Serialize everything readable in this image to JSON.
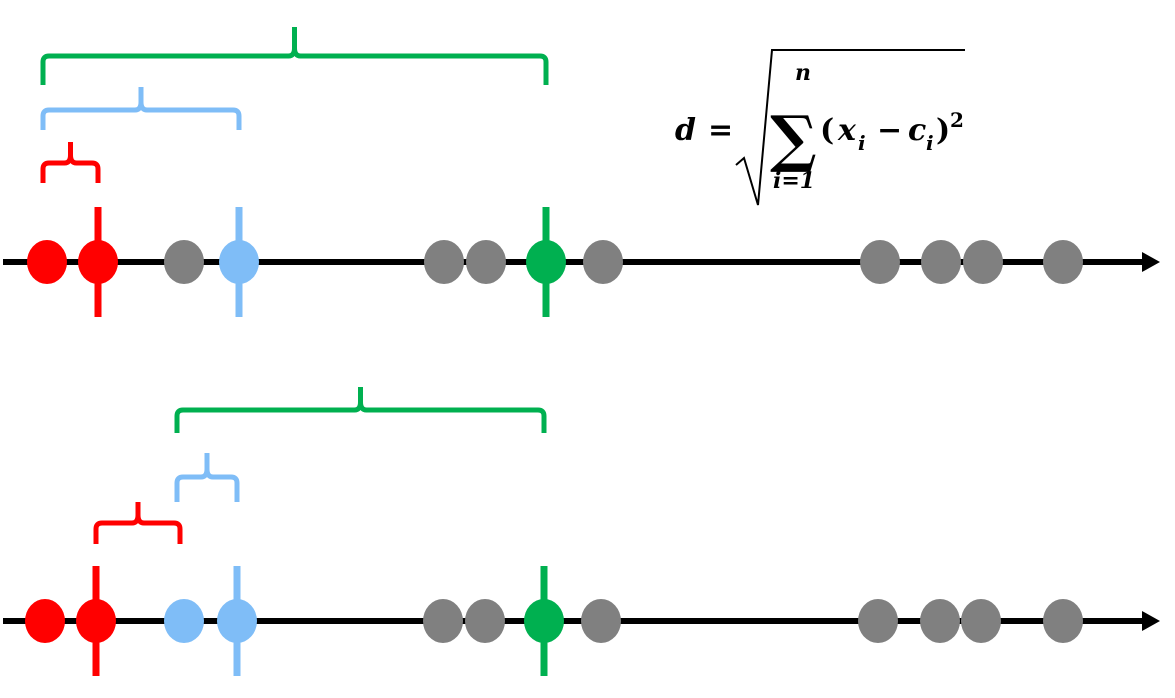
{
  "title": "Nearest-neighbour distance illustration on a 1-D axis",
  "colors": {
    "axis": "#000000",
    "red": "#ff0000",
    "blue": "#7fbdf7",
    "green": "#00b050",
    "gray": "#808080"
  },
  "formula": {
    "lhs": "d",
    "equals": "=",
    "sum_upper": "n",
    "sum_lower": "i=1",
    "sum_symbol": "∑",
    "open_paren": "(",
    "x_var": "x",
    "x_sub": "i",
    "minus": "−",
    "c_var": "c",
    "c_sub": "i",
    "close_paren": ")",
    "exponent": "2",
    "radical": "√"
  },
  "rows": [
    {
      "name": "top",
      "points": [
        {
          "pos": 47,
          "color": "red"
        },
        {
          "pos": 98,
          "color": "red",
          "marker": true
        },
        {
          "pos": 184,
          "color": "gray"
        },
        {
          "pos": 239,
          "color": "blue",
          "marker": true
        },
        {
          "pos": 444,
          "color": "gray"
        },
        {
          "pos": 486,
          "color": "gray"
        },
        {
          "pos": 546,
          "color": "green",
          "marker": true
        },
        {
          "pos": 603,
          "color": "gray"
        },
        {
          "pos": 880,
          "color": "gray"
        },
        {
          "pos": 941,
          "color": "gray"
        },
        {
          "pos": 983,
          "color": "gray"
        },
        {
          "pos": 1063,
          "color": "gray"
        }
      ],
      "brackets": [
        {
          "color": "green",
          "from": 43,
          "to": 546,
          "level": 3
        },
        {
          "color": "blue",
          "from": 43,
          "to": 239,
          "level": 2
        },
        {
          "color": "red",
          "from": 43,
          "to": 98,
          "level": 1
        }
      ]
    },
    {
      "name": "bottom",
      "points": [
        {
          "pos": 45,
          "color": "red"
        },
        {
          "pos": 96,
          "color": "red",
          "marker": true
        },
        {
          "pos": 184,
          "color": "blue"
        },
        {
          "pos": 237,
          "color": "blue",
          "marker": true
        },
        {
          "pos": 443,
          "color": "gray"
        },
        {
          "pos": 485,
          "color": "gray"
        },
        {
          "pos": 544,
          "color": "green",
          "marker": true
        },
        {
          "pos": 601,
          "color": "gray"
        },
        {
          "pos": 878,
          "color": "gray"
        },
        {
          "pos": 940,
          "color": "gray"
        },
        {
          "pos": 981,
          "color": "gray"
        },
        {
          "pos": 1063,
          "color": "gray"
        }
      ],
      "brackets": [
        {
          "color": "green",
          "from": 177,
          "to": 544,
          "level": 3
        },
        {
          "color": "blue",
          "from": 177,
          "to": 237,
          "level": 2
        },
        {
          "color": "red",
          "from": 96,
          "to": 180,
          "level": 1
        }
      ]
    }
  ]
}
